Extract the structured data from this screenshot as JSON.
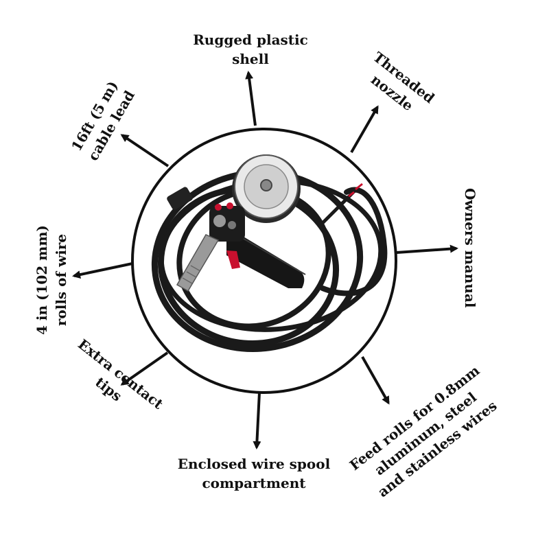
{
  "colors": {
    "ink": "#111111",
    "background": "#ffffff",
    "cable": "#1a1a1a",
    "accent_red": "#c8102e"
  },
  "features": [
    {
      "id": "shell",
      "lines": [
        "Rugged plastic",
        "shell"
      ]
    },
    {
      "id": "nozzle",
      "lines": [
        "Threaded",
        "nozzle"
      ]
    },
    {
      "id": "manual",
      "lines": [
        "Owners manual"
      ]
    },
    {
      "id": "feed",
      "lines": [
        "Feed rolls for 0.8mm",
        "aluminum, steel",
        "and stainless wires"
      ]
    },
    {
      "id": "spool",
      "lines": [
        "Enclosed wire spool",
        "compartment"
      ]
    },
    {
      "id": "tips",
      "lines": [
        "Extra contact",
        "tips"
      ]
    },
    {
      "id": "rolls",
      "lines": [
        "4 in (102 mm)",
        "rolls of wire"
      ]
    },
    {
      "id": "cable",
      "lines": [
        "16ft (5 m)",
        "cable lead"
      ]
    }
  ],
  "product": {
    "icon": "spool-gun-icon"
  }
}
